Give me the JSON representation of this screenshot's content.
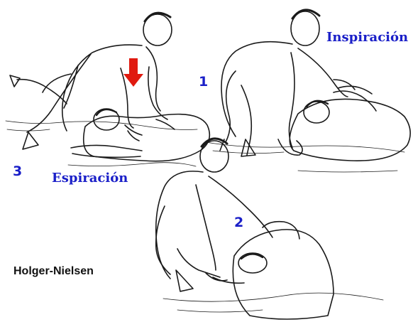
{
  "title": "Holger-Nielsen",
  "steps": [
    {
      "number": "1",
      "phase": "Inspiración"
    },
    {
      "number": "2",
      "phase": ""
    },
    {
      "number": "3",
      "phase": "Espiración"
    }
  ],
  "colors": {
    "label_blue": "#1a1fc8",
    "title_black": "#111111",
    "arrow_red": "#e01a10",
    "ink": "#1a1a1a"
  },
  "icons": {
    "pressure_arrow": "down-arrow-icon"
  }
}
